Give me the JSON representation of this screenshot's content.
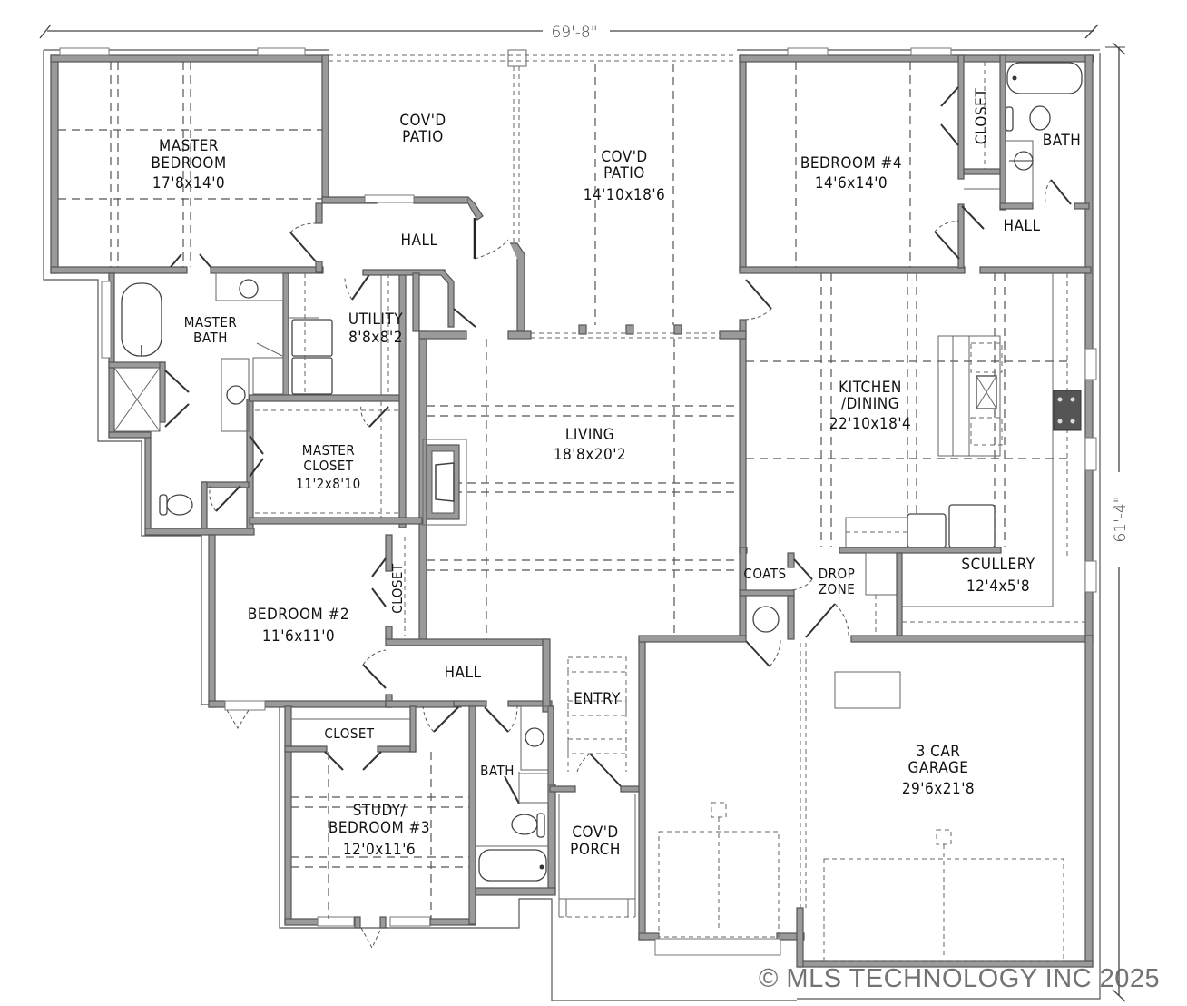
{
  "dimensions": {
    "width": "69'-8\"",
    "depth": "61'-4\""
  },
  "rooms": {
    "master_bedroom": {
      "name_line1": "MASTER",
      "name_line2": "BEDROOM",
      "size": "17'8x14'0"
    },
    "covd_patio_small": {
      "name_line1": "COV'D",
      "name_line2": "PATIO"
    },
    "covd_patio_main": {
      "name_line1": "COV'D",
      "name_line2": "PATIO",
      "size": "14'10x18'6"
    },
    "bedroom4": {
      "name": "BEDROOM #4",
      "size": "14'6x14'0"
    },
    "bedroom4_closet": {
      "name": "CLOSET"
    },
    "bedroom4_bath": {
      "name": "BATH"
    },
    "hall_upper_right": {
      "name": "HALL"
    },
    "hall_upper_left": {
      "name": "HALL"
    },
    "master_bath": {
      "name_line1": "MASTER",
      "name_line2": "BATH"
    },
    "utility": {
      "name": "UTILITY",
      "size": "8'8x8'2"
    },
    "master_closet": {
      "name_line1": "MASTER",
      "name_line2": "CLOSET",
      "size": "11'2x8'10"
    },
    "living": {
      "name": "LIVING",
      "size": "18'8x20'2"
    },
    "kitchen_dining": {
      "name_line1": "KITCHEN",
      "name_line2": "/DINING",
      "size": "22'10x18'4"
    },
    "coats": {
      "name": "COATS"
    },
    "drop_zone": {
      "name_line1": "DROP",
      "name_line2": "ZONE"
    },
    "scullery": {
      "name": "SCULLERY",
      "size": "12'4x5'8"
    },
    "bedroom2": {
      "name": "BEDROOM #2",
      "size": "11'6x11'0"
    },
    "bedroom2_closet": {
      "name": "CLOSET"
    },
    "hall_lower": {
      "name": "HALL"
    },
    "entry": {
      "name": "ENTRY"
    },
    "study_closet": {
      "name": "CLOSET"
    },
    "study": {
      "name_line1": "STUDY/",
      "name_line2": "BEDROOM #3",
      "size": "12'0x11'6"
    },
    "hall_bath": {
      "name": "BATH"
    },
    "covd_porch": {
      "name_line1": "COV'D",
      "name_line2": "PORCH"
    },
    "garage": {
      "name_line1": "3 CAR",
      "name_line2": "GARAGE",
      "size": "29'6x21'8"
    }
  },
  "watermark": "© MLS TECHNOLOGY INC 2025"
}
